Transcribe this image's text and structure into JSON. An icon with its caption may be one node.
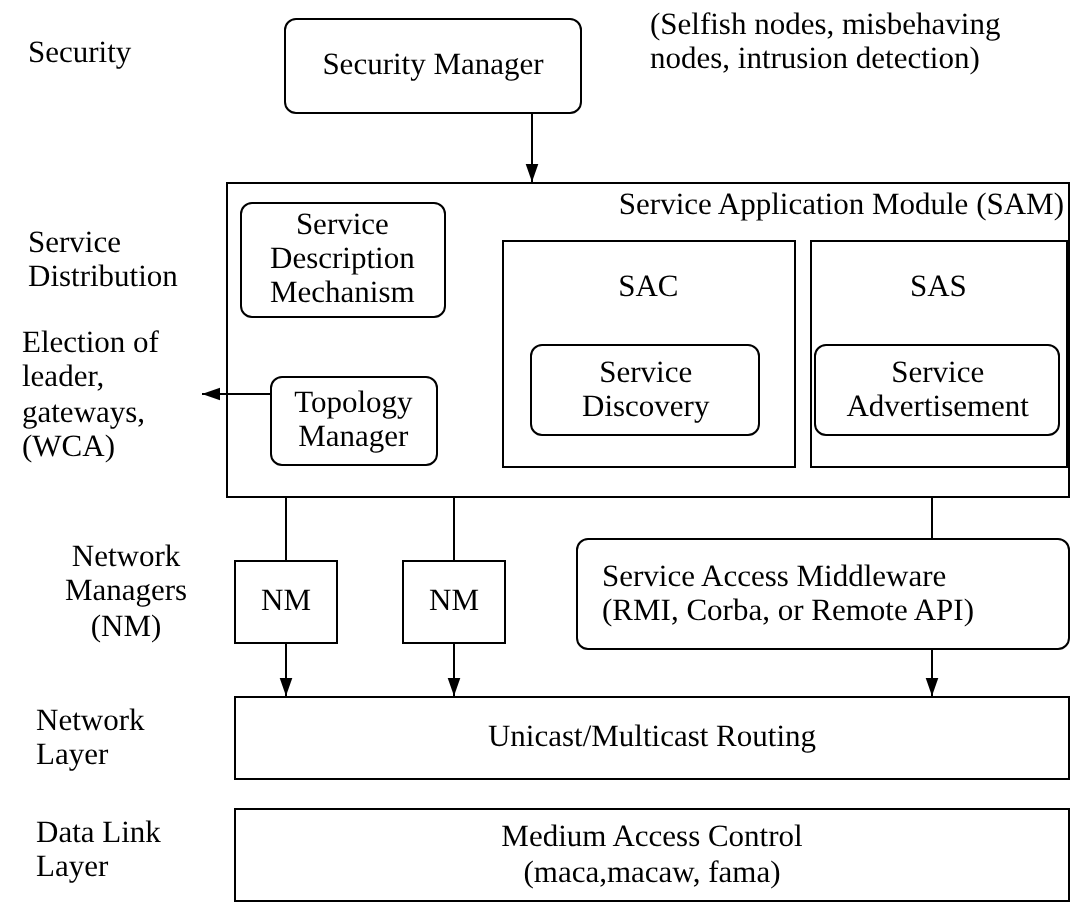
{
  "diagram": {
    "nodes": [
      {
        "text": [
          "Security Manager"
        ]
      },
      {
        "text": [
          "Service Application Module (SAM)"
        ]
      },
      {
        "text": [
          "Service Description Mechanism"
        ],
        "in": 1
      },
      {
        "text": [
          "Topology Manager"
        ],
        "in": 1
      },
      {
        "text": [
          "SAC"
        ],
        "in": 1
      },
      {
        "text": [
          "Service Discovery"
        ],
        "in": 4
      },
      {
        "text": [
          "SAS"
        ],
        "in": 1
      },
      {
        "text": [
          "Service Advertisement"
        ],
        "in": 6
      },
      {
        "text": [
          "NM"
        ]
      },
      {
        "text": [
          "NM"
        ]
      },
      {
        "text": [
          "Service Access Middleware",
          "(RMI, Corba, or Remote API)"
        ]
      },
      {
        "text": [
          "Unicast/Multicast Routing"
        ]
      },
      {
        "text": [
          "Medium Access Control",
          "(maca,macaw, fama)"
        ]
      },
      {
        "text": [
          "Election of leader, gateways, (WCA)"
        ]
      }
    ],
    "edges": [
      {
        "from": 0,
        "to": 1,
        "arrow": "to"
      },
      {
        "from": 3,
        "to": 13,
        "arrow": "to"
      },
      {
        "from": 1,
        "to": 8,
        "arrow": "none"
      },
      {
        "from": 1,
        "to": 9,
        "arrow": "none"
      },
      {
        "from": 1,
        "to": 10,
        "arrow": "none"
      },
      {
        "from": 8,
        "to": 11,
        "arrow": "to"
      },
      {
        "from": 9,
        "to": 11,
        "arrow": "to"
      },
      {
        "from": 10,
        "to": 11,
        "arrow": "to"
      }
    ],
    "labels": [
      "Security",
      "(Selfish nodes, misbehaving nodes, intrusion detection)",
      "Service Distribution",
      "Network Managers (NM)",
      "Network Layer",
      "Data Link Layer"
    ]
  }
}
